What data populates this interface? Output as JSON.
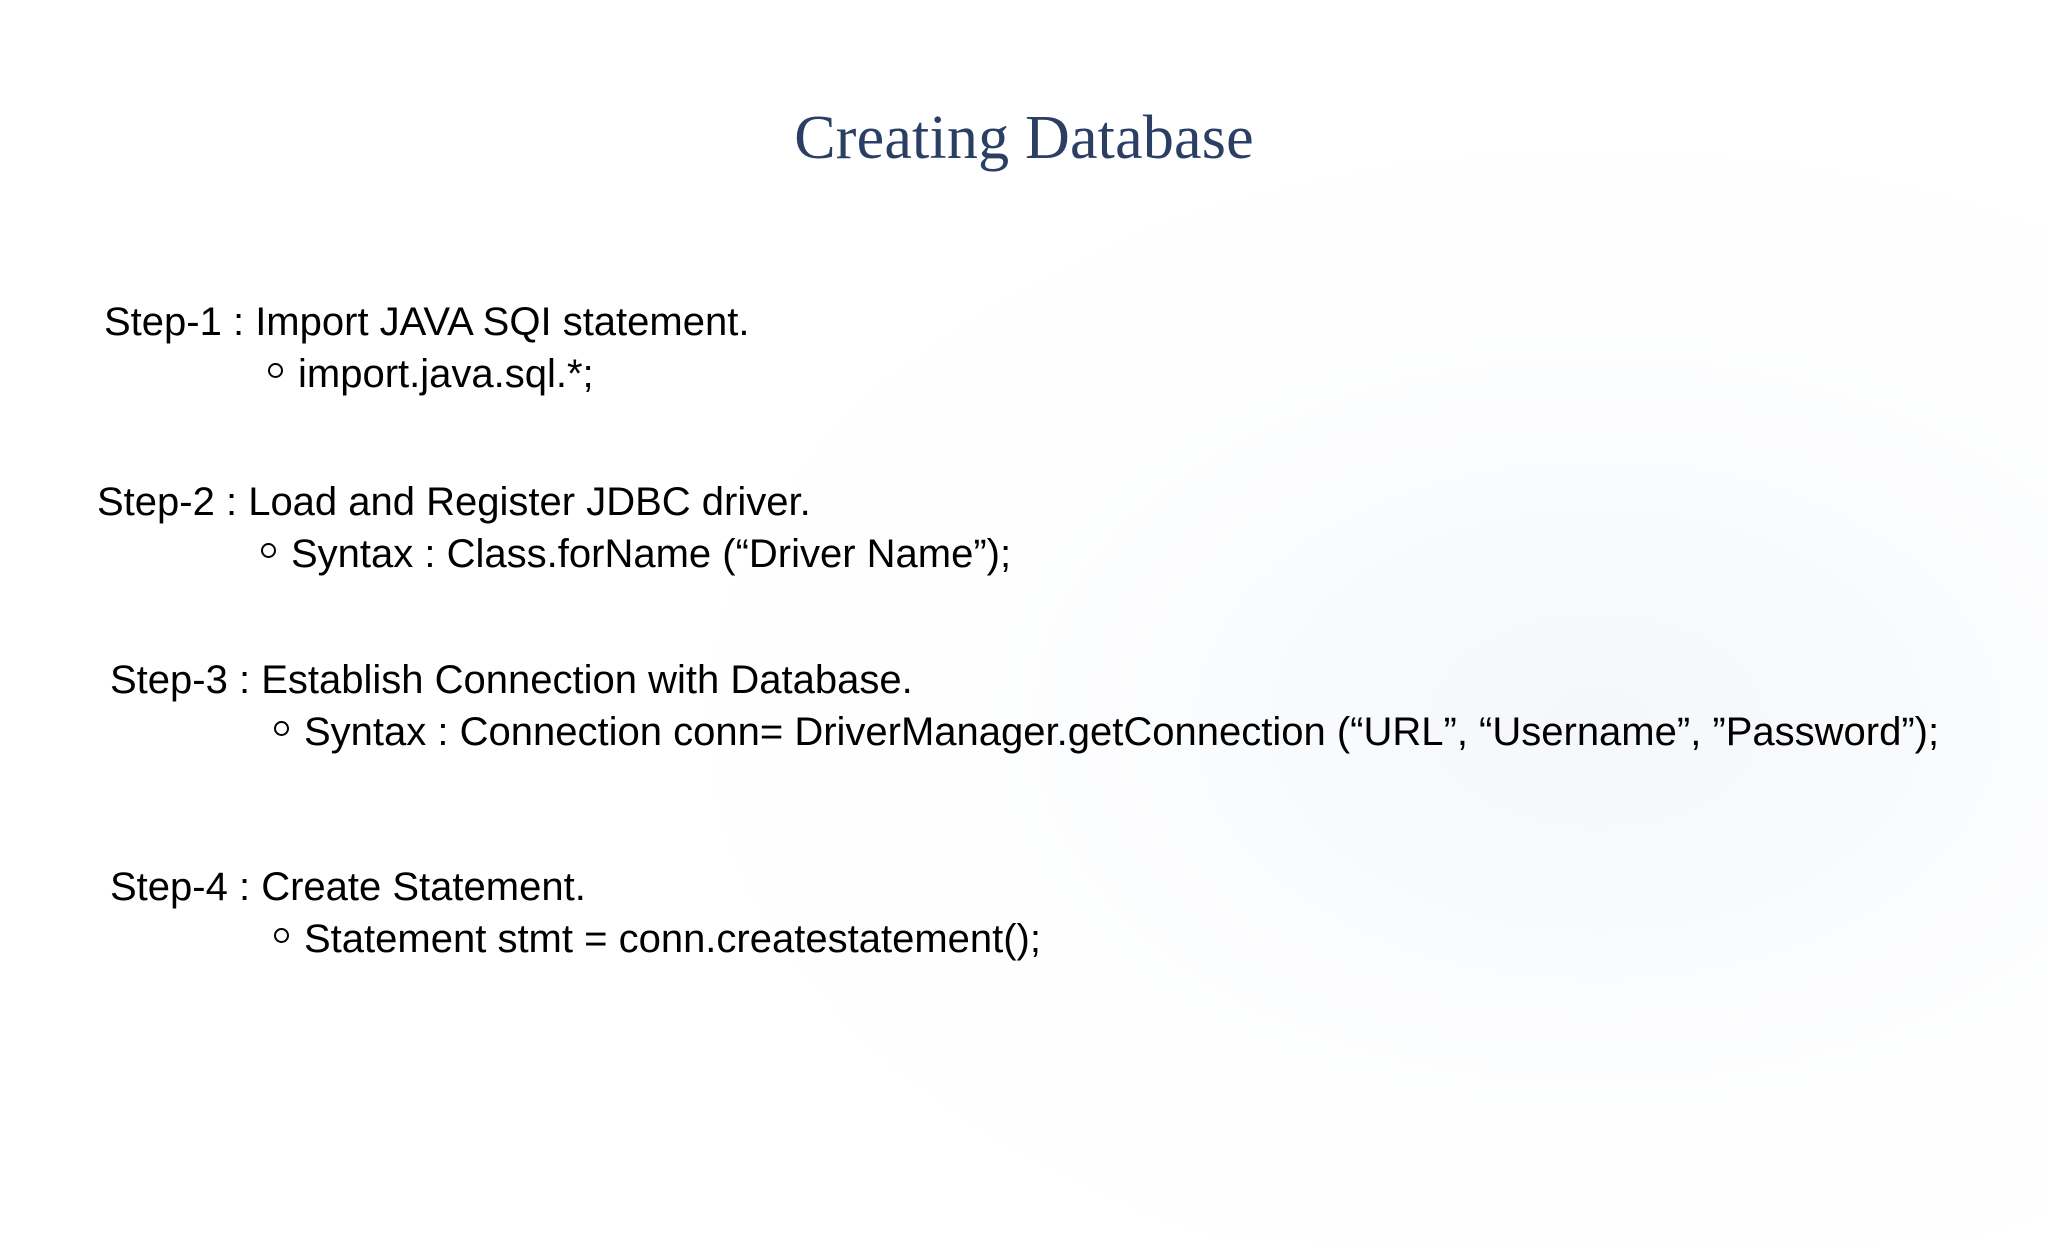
{
  "slide": {
    "title": "Creating Database",
    "title_color": "#2a3f63",
    "background_color": "#ffffff",
    "body_text_color": "#000000",
    "bullet_glyph": "o",
    "steps": [
      {
        "heading": "Step-1 : Import JAVA SQI statement.",
        "sub": "import.java.sql.*;"
      },
      {
        "heading": "Step-2 : Load and Register JDBC driver.",
        "sub": "Syntax : Class.forName (“Driver Name”);"
      },
      {
        "heading": "Step-3 : Establish Connection with Database.",
        "sub": "Syntax : Connection conn= DriverManager.getConnection (“URL”, “Username”, ”Password”);"
      },
      {
        "heading": "Step-4 : Create Statement.",
        "sub": "Statement stmt = conn.createstatement();"
      }
    ]
  }
}
